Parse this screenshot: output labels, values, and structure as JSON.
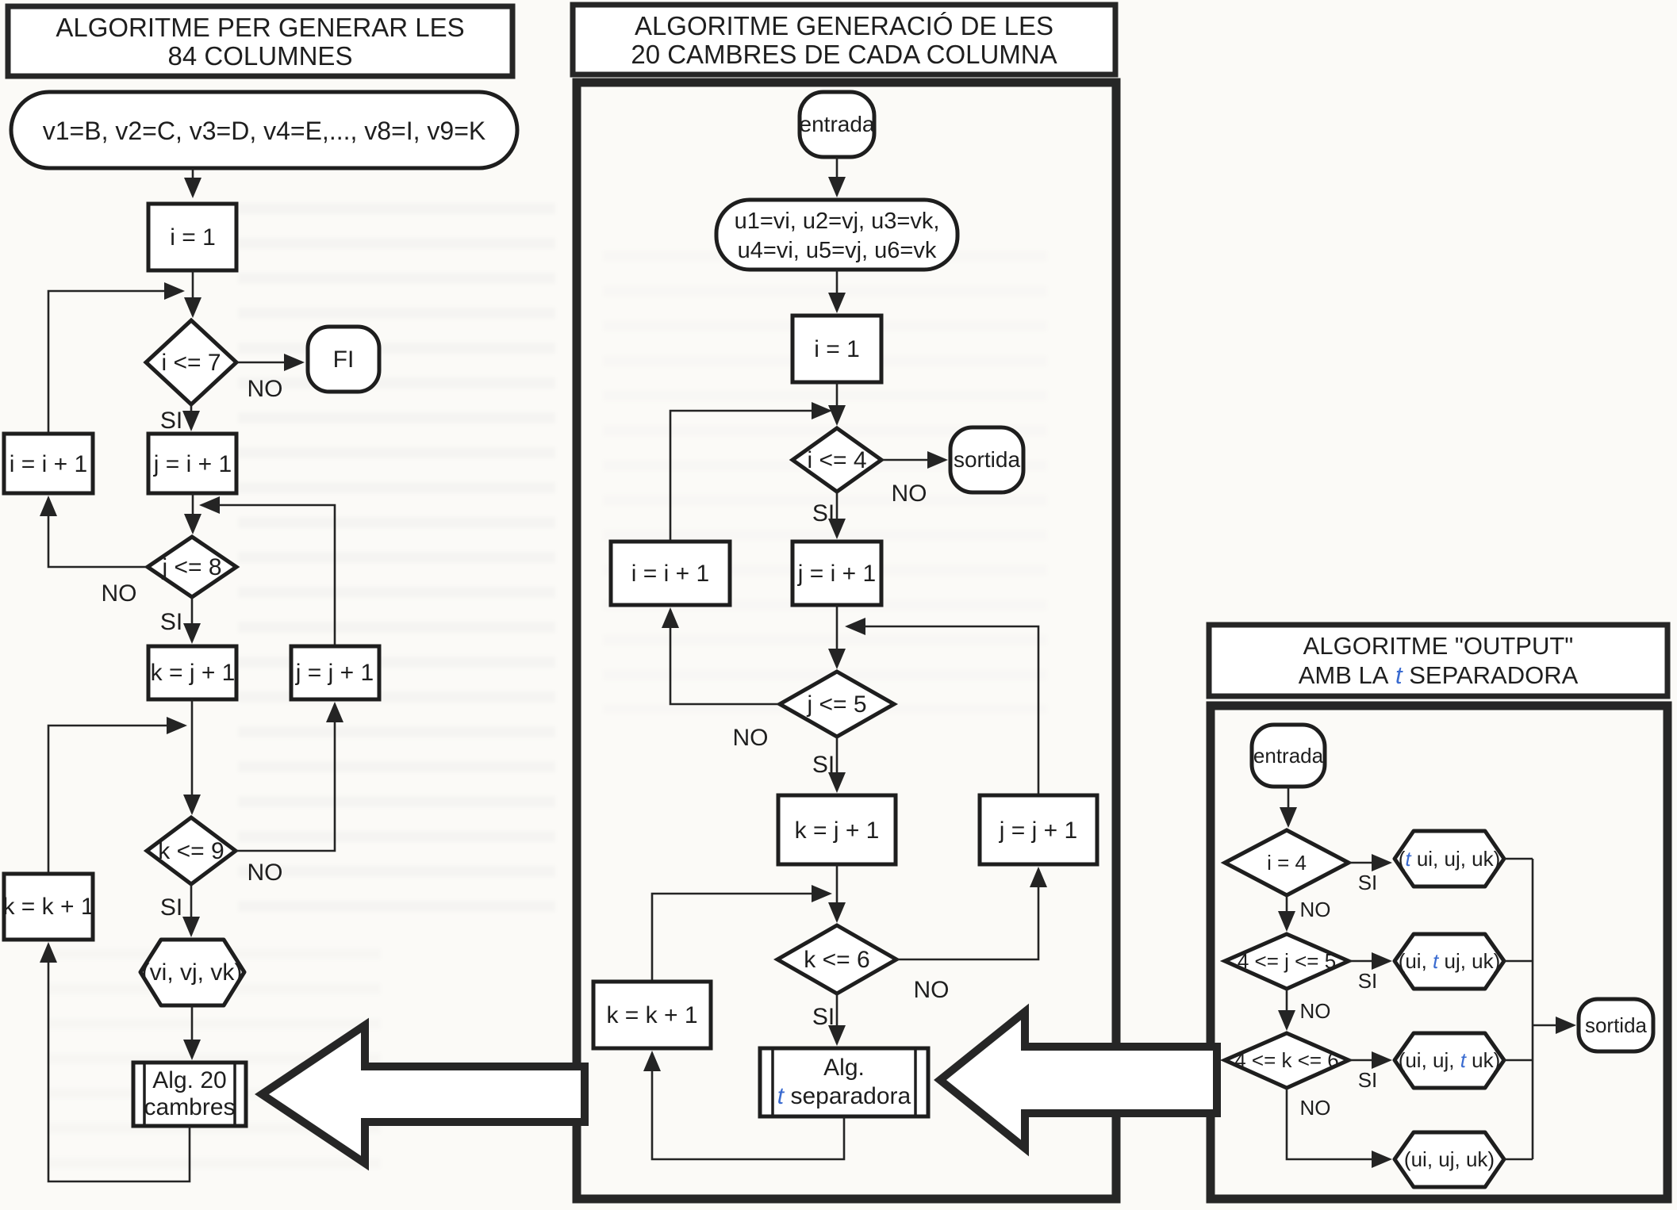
{
  "colors": {
    "ink": "#1e1e1e",
    "accent_blue": "#3a6bd0",
    "paper": "#fbfaf7"
  },
  "labels": {
    "yes": "SI",
    "no": "NO"
  },
  "left": {
    "title": [
      "ALGORITME PER GENERAR LES",
      "84 COLUMNES"
    ],
    "start": "v1=B, v2=C, v3=D, v4=E,..., v8=I, v9=K",
    "init_i": "i = 1",
    "cond_i": "i <= 7",
    "end": "FI",
    "set_j": "j = i + 1",
    "inc_i": "i = i + 1",
    "cond_j": "j <= 8",
    "set_k": "k = j + 1",
    "inc_j": "j = j + 1",
    "cond_k": "k <= 9",
    "inc_k": "k = k + 1",
    "output": "(vi, vj, vk)",
    "subroutine": [
      "Alg. 20",
      "cambres"
    ]
  },
  "middle": {
    "title": [
      "ALGORITME GENERACIÓ DE LES",
      "20 CAMBRES DE CADA COLUMNA"
    ],
    "entry": "entrada",
    "assign": [
      "u1=vi, u2=vj, u3=vk,",
      "u4=vi, u5=vj, u6=vk"
    ],
    "init_i": "i = 1",
    "cond_i": "i <= 4",
    "exit": "sortida",
    "set_j": "j = i + 1",
    "inc_i": "i = i + 1",
    "cond_j": "j <= 5",
    "set_k": "k = j + 1",
    "inc_j": "j = j + 1",
    "cond_k": "k <= 6",
    "inc_k": "k = k + 1",
    "subroutine": {
      "line1": "Alg.",
      "t": "t",
      "rest": " separadora"
    }
  },
  "right": {
    "title_line1": "ALGORITME \"OUTPUT\"",
    "title_line2": {
      "pre": "AMB LA ",
      "t": "t",
      "post": " SEPARADORA"
    },
    "entry": "entrada",
    "cond1": "i = 4",
    "out1": {
      "pre": "(",
      "t": "t",
      "post": " ui, uj, uk)"
    },
    "cond2": "4 <= j <= 5",
    "out2": {
      "pre": "(ui, ",
      "t": "t",
      "post": " uj, uk)"
    },
    "cond3": "4 <= k <= 6",
    "out3": {
      "pre": "(ui, uj, ",
      "t": "t",
      "post": " uk)"
    },
    "out4": "(ui, uj, uk)",
    "exit": "sortida"
  }
}
